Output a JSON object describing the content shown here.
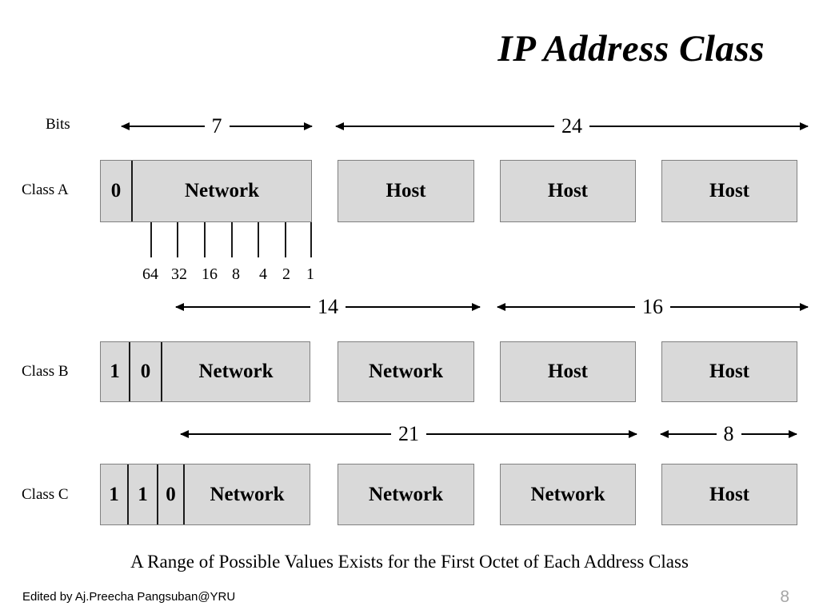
{
  "slide": {
    "title": "IP Address Class",
    "caption": "A Range of Possible Values Exists for the First Octet of Each Address Class",
    "credit": "Edited by Aj.Preecha  Pangsuban@YRU",
    "page_number": "8",
    "colors": {
      "box_fill": "#d9d9d9",
      "box_border": "#808080",
      "cell_divider": "#1a1a1a",
      "text": "#000000",
      "page_number": "#a6a6a6",
      "background": "#ffffff"
    }
  },
  "labels": {
    "bits": "Bits",
    "class_a": "Class A",
    "class_b": "Class B",
    "class_c": "Class C"
  },
  "measures": {
    "class_a_network": "7",
    "class_a_host": "24",
    "class_b_network": "14",
    "class_b_host": "16",
    "class_c_network": "21",
    "class_c_host": "8"
  },
  "bit_weights": [
    "64",
    "32",
    "16",
    "8",
    "4",
    "2",
    "1"
  ],
  "rows": [
    {
      "id": "class-a",
      "label": "Class A",
      "octets": [
        {
          "cells": [
            {
              "text": "0",
              "kind": "bit",
              "width": 38
            },
            {
              "text": "Network",
              "kind": "field",
              "flex": true
            }
          ]
        },
        {
          "cells": [
            {
              "text": "Host",
              "kind": "field",
              "flex": true
            }
          ]
        },
        {
          "cells": [
            {
              "text": "Host",
              "kind": "field",
              "flex": true
            }
          ]
        },
        {
          "cells": [
            {
              "text": "Host",
              "kind": "field",
              "flex": true
            }
          ]
        }
      ]
    },
    {
      "id": "class-b",
      "label": "Class B",
      "octets": [
        {
          "cells": [
            {
              "text": "1",
              "kind": "bit",
              "width": 35
            },
            {
              "text": "0",
              "kind": "bit",
              "width": 40
            },
            {
              "text": "Network",
              "kind": "field",
              "flex": true
            }
          ]
        },
        {
          "cells": [
            {
              "text": "Network",
              "kind": "field",
              "flex": true
            }
          ]
        },
        {
          "cells": [
            {
              "text": "Host",
              "kind": "field",
              "flex": true
            }
          ]
        },
        {
          "cells": [
            {
              "text": "Host",
              "kind": "field",
              "flex": true
            }
          ]
        }
      ]
    },
    {
      "id": "class-c",
      "label": "Class C",
      "octets": [
        {
          "cells": [
            {
              "text": "1",
              "kind": "bit",
              "width": 33
            },
            {
              "text": "1",
              "kind": "bit",
              "width": 37
            },
            {
              "text": "0",
              "kind": "bit",
              "width": 33
            },
            {
              "text": "Network",
              "kind": "field",
              "flex": true
            }
          ]
        },
        {
          "cells": [
            {
              "text": "Network",
              "kind": "field",
              "flex": true
            }
          ]
        },
        {
          "cells": [
            {
              "text": "Network",
              "kind": "field",
              "flex": true
            }
          ]
        },
        {
          "cells": [
            {
              "text": "Host",
              "kind": "field",
              "flex": true
            }
          ]
        }
      ]
    }
  ]
}
